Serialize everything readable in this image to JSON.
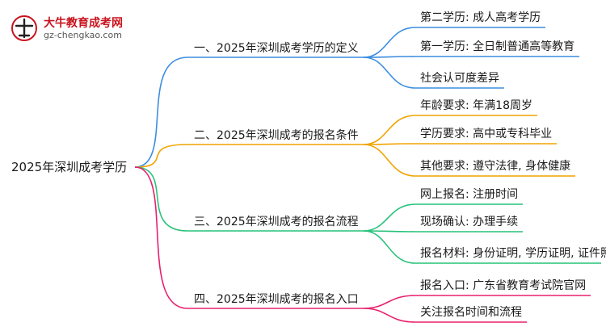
{
  "logo": {
    "title": "大牛教育成考网",
    "url": "gz-chengkao.com",
    "brand_color": "#c8141e"
  },
  "root": "2025年深圳成考学历",
  "branches": [
    {
      "label": "一、2025年深圳成考学历的定义",
      "color": "#3b8de0",
      "children": [
        "第二学历: 成人高考学历",
        "第一学历: 全日制普通高等教育",
        "社会认可度差异"
      ]
    },
    {
      "label": "二、2025年深圳成考的报名条件",
      "color": "#f0a400",
      "children": [
        "年龄要求: 年满18周岁",
        "学历要求: 高中或专科毕业",
        "其他要求: 遵守法律, 身体健康"
      ]
    },
    {
      "label": "三、2025年深圳成考的报名流程",
      "color": "#27c27a",
      "children": [
        "网上报名: 注册时间",
        "现场确认: 办理手续",
        "报名材料: 身份证明, 学历证明, 证件照"
      ]
    },
    {
      "label": "四、2025年深圳成考的报名入口",
      "color": "#e8206e",
      "children": [
        "报名入口: 广东省教育考试院官网",
        "关注报名时间和流程"
      ]
    }
  ]
}
